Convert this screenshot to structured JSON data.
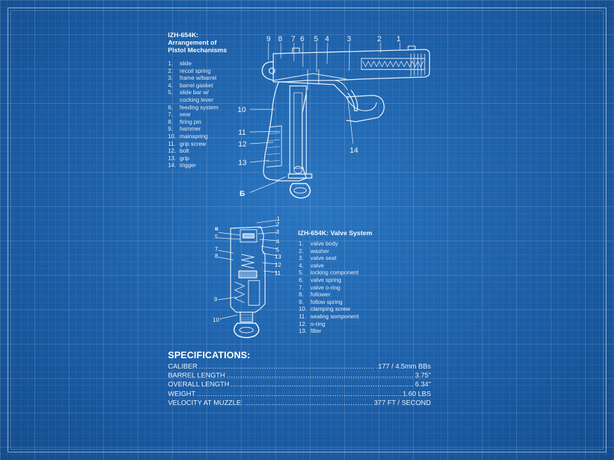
{
  "pistol": {
    "title_lines": [
      "IZH-654K:",
      "Arrangement  of",
      "Pistol  Mechanisms"
    ],
    "legend": [
      {
        "n": "1.",
        "t": "slide"
      },
      {
        "n": "2.",
        "t": "recoil  spring"
      },
      {
        "n": "3.",
        "t": "frame  w/barrel"
      },
      {
        "n": "4.",
        "t": "barrel  gasket"
      },
      {
        "n": "5.",
        "t": "slide bar  w/"
      },
      {
        "n": "",
        "t": "cocking  lever"
      },
      {
        "n": "6.",
        "t": "feeding  system"
      },
      {
        "n": "7.",
        "t": "sear"
      },
      {
        "n": "8.",
        "t": "firing  pin"
      },
      {
        "n": "9.",
        "t": "hammer"
      },
      {
        "n": "10.",
        "t": "mainspring"
      },
      {
        "n": "11.",
        "t": "grip  screw"
      },
      {
        "n": "12.",
        "t": "bolt"
      },
      {
        "n": "13.",
        "t": "grip"
      },
      {
        "n": "14.",
        "t": "trigger"
      }
    ],
    "callouts": {
      "c9": "9",
      "c8": "8",
      "c7": "7",
      "c6": "6",
      "c5": "5",
      "c4": "4",
      "c3": "3",
      "c2": "2",
      "c1": "1",
      "c10": "10",
      "c11": "11",
      "c12": "12",
      "c13": "13",
      "c14": "14",
      "cb": "Б"
    }
  },
  "valve": {
    "title": "IZH-654K:  Valve  System",
    "legend": [
      {
        "n": "1.",
        "t": "valve  body"
      },
      {
        "n": "2.",
        "t": "washer"
      },
      {
        "n": "3.",
        "t": "valve  seat"
      },
      {
        "n": "4.",
        "t": "valve"
      },
      {
        "n": "5.",
        "t": "locking   component"
      },
      {
        "n": "6.",
        "t": "valve  spring"
      },
      {
        "n": "7.",
        "t": "valve  o-ring"
      },
      {
        "n": "8.",
        "t": "follower"
      },
      {
        "n": "9.",
        "t": "follow  spring"
      },
      {
        "n": "10.",
        "t": "clamping  screw"
      },
      {
        "n": "11.",
        "t": "sealing  somponent"
      },
      {
        "n": "12.",
        "t": "o-ring"
      },
      {
        "n": "13.",
        "t": "filter"
      }
    ],
    "callouts": {
      "v_b": "в",
      "v5l": "5",
      "v7": "7",
      "v8": "8",
      "v9": "9",
      "v10": "10",
      "v1": "1",
      "v2": "2",
      "v3": "3",
      "v4": "4",
      "v5r": "5",
      "v13": "13",
      "v12": "12",
      "v11": "11"
    }
  },
  "specs": {
    "heading": "SPECIFICATIONS:",
    "rows": [
      {
        "label": "CALIBER",
        "value": ".177 / 4.5mm BBs"
      },
      {
        "label": "BARREL LENGTH",
        "value": "3.75\""
      },
      {
        "label": "OVERALL LENGTH",
        "value": "6.34\""
      },
      {
        "label": "WEIGHT",
        "value": "1.60 LBS"
      },
      {
        "label": "VELOCITY AT MUZZLE:",
        "value": "377 FT / SECOND"
      }
    ]
  }
}
